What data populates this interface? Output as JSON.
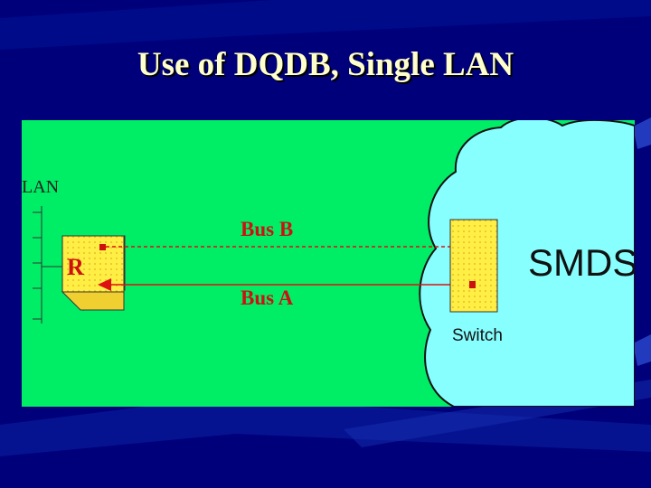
{
  "slide": {
    "title": "Use of DQDB, Single LAN",
    "background_color": "#00007a"
  },
  "diagram": {
    "background_color": "#00ee66",
    "cloud_color": "#88ffff",
    "lan_label": "LAN",
    "router_label": "R",
    "bus_b_label": "Bus B",
    "bus_a_label": "Bus A",
    "cloud_label": "SMDS",
    "switch_label": "Switch",
    "arrow_color": "#dd1111",
    "box_color": "#ffee44"
  }
}
